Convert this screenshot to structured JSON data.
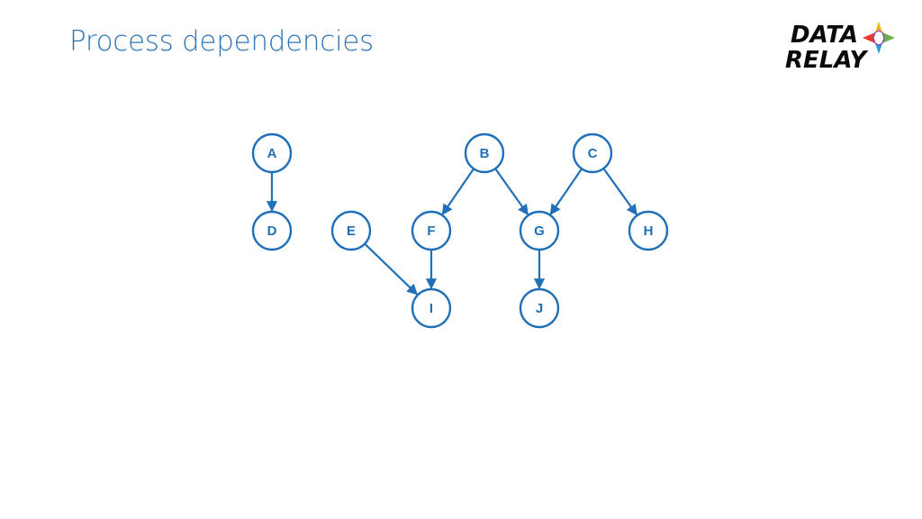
{
  "slide": {
    "title": "Process dependencies"
  },
  "logo": {
    "line1": "DATA",
    "line2": "RELAY"
  },
  "colors": {
    "title": "#2e75b6",
    "node": "#1f70b8",
    "logo_star": [
      "#e63b2e",
      "#f5b21a",
      "#6ab04c",
      "#2e9bd6",
      "#8e44ad"
    ]
  },
  "diagram": {
    "nodes": [
      {
        "id": "A",
        "label": "A"
      },
      {
        "id": "B",
        "label": "B"
      },
      {
        "id": "C",
        "label": "C"
      },
      {
        "id": "D",
        "label": "D"
      },
      {
        "id": "E",
        "label": "E"
      },
      {
        "id": "F",
        "label": "F"
      },
      {
        "id": "G",
        "label": "G"
      },
      {
        "id": "H",
        "label": "H"
      },
      {
        "id": "I",
        "label": "I"
      },
      {
        "id": "J",
        "label": "J"
      }
    ],
    "edges": [
      {
        "from": "A",
        "to": "D"
      },
      {
        "from": "B",
        "to": "F"
      },
      {
        "from": "B",
        "to": "G"
      },
      {
        "from": "C",
        "to": "G"
      },
      {
        "from": "C",
        "to": "H"
      },
      {
        "from": "E",
        "to": "I"
      },
      {
        "from": "F",
        "to": "I"
      },
      {
        "from": "G",
        "to": "J"
      }
    ]
  }
}
